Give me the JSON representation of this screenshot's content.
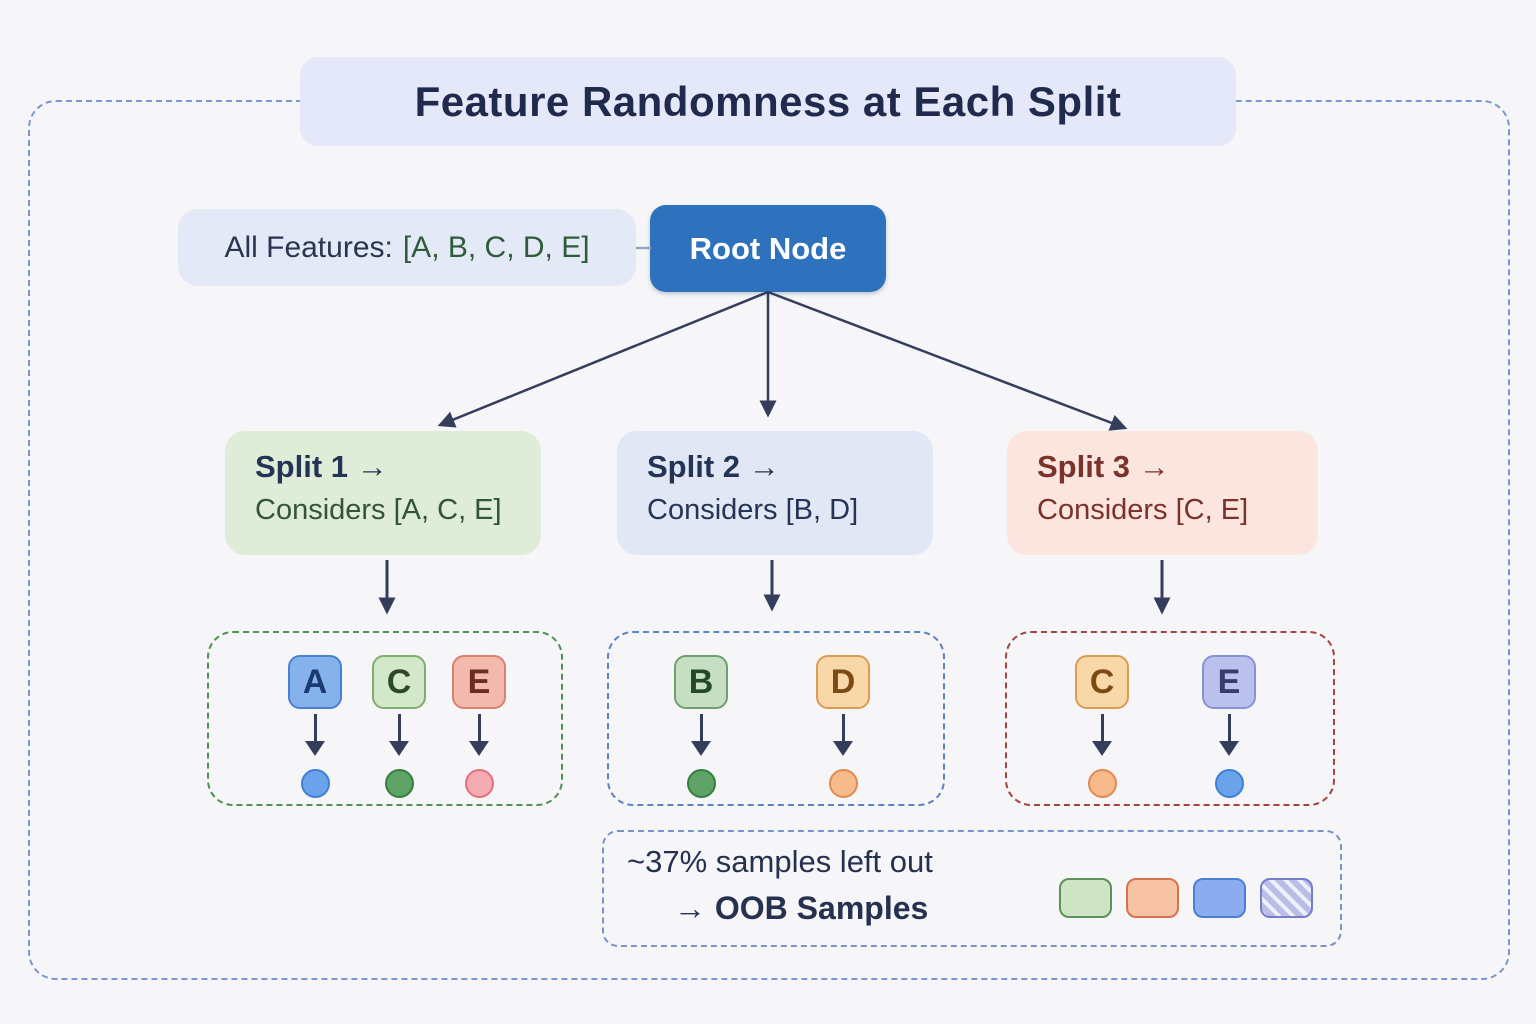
{
  "title": "Feature Randomness at Each Split",
  "root": {
    "all_features_label": "All Features:",
    "all_features_list": "[A, B, C, D, E]",
    "node_label": "Root Node"
  },
  "splits": [
    {
      "label": "Split 1 →",
      "considers": "Considers [A, C, E]"
    },
    {
      "label": "Split 2 →",
      "considers": "Considers [B, D]"
    },
    {
      "label": "Split 3 →",
      "considers": "Considers [C, E]"
    }
  ],
  "feature_groups": [
    {
      "features": [
        {
          "letter": "A",
          "chip_color": "#86b2ec",
          "dot_color": "#6aa3e9"
        },
        {
          "letter": "C",
          "chip_color": "#d3e8c9",
          "dot_color": "#5ea266"
        },
        {
          "letter": "E",
          "chip_color": "#f3b9ac",
          "dot_color": "#f5abb2"
        }
      ]
    },
    {
      "features": [
        {
          "letter": "B",
          "chip_color": "#c6dfc2",
          "dot_color": "#5ea266"
        },
        {
          "letter": "D",
          "chip_color": "#f8d7a8",
          "dot_color": "#f6ba8b"
        }
      ]
    },
    {
      "features": [
        {
          "letter": "C",
          "chip_color": "#f8d7a8",
          "dot_color": "#f6ba8b"
        },
        {
          "letter": "E",
          "chip_color": "#bac1ec",
          "dot_color": "#6aa3e9"
        }
      ]
    }
  ],
  "oob": {
    "line1": "~37% samples left out",
    "line2": "→ OOB Samples",
    "swatches": [
      "green",
      "orange",
      "blue",
      "purple-hatched"
    ]
  },
  "colors": {
    "background": "#f6f6f8",
    "outer_dashed_border": "#7b97cf",
    "title_bg": "#e5e8f8",
    "title_text": "#1f2a4d",
    "features_pill_bg": "#e4e9f7",
    "features_list_text": "#2f5c38",
    "root_node_bg": "#2e72bd",
    "root_node_text": "#ffffff",
    "arrow": "#343d5c",
    "split1_bg": "#dfecd8",
    "split2_bg": "#e2e7f5",
    "split3_bg": "#fbe5de",
    "split3_text": "#7b322c",
    "group1_border": "#4f9153",
    "group2_border": "#5b82c2",
    "group3_border": "#a3443f",
    "oob_border": "#7a94c9",
    "oob_text": "#26304f"
  }
}
